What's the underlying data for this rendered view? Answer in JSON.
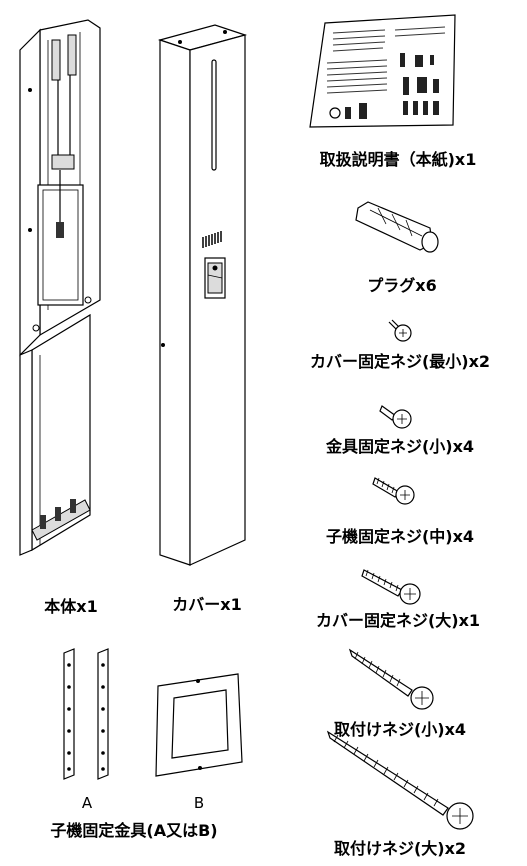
{
  "items": {
    "manual": "取扱説明書（本紙)x1",
    "plug": "プラグx6",
    "cover_screw_min": "カバー固定ネジ(最小)x2",
    "bracket_screw_small": "金具固定ネジ(小)x4",
    "handset_screw_mid": "子機固定ネジ(中)x4",
    "cover_screw_large": "カバー固定ネジ(大)x1",
    "mount_screw_small": "取付けネジ(小)x4",
    "mount_screw_large": "取付けネジ(大)x2",
    "body": "本体x1",
    "cover": "カバーx1",
    "bracket": "子機固定金具(A又はB)",
    "bracket_a": "A",
    "bracket_b": "B"
  }
}
